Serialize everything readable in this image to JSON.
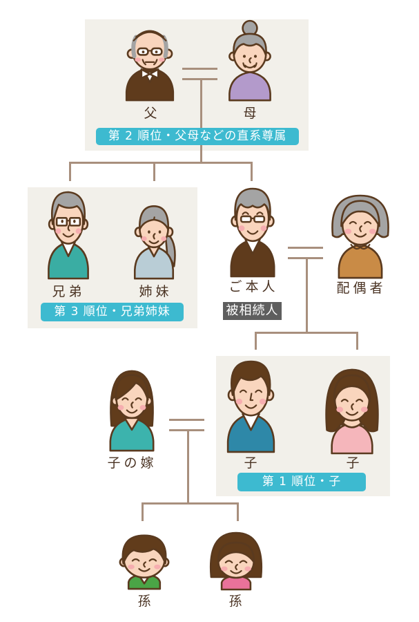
{
  "groups": {
    "rank2": {
      "badge": "第 2 順位・父母などの直系尊属"
    },
    "rank3": {
      "badge": "第 3 順位・兄弟姉妹"
    },
    "rank1": {
      "badge": "第 1 順位・子"
    }
  },
  "people": {
    "father": {
      "label": "父",
      "hair": "#a4a4a4",
      "shirt": "#5f3b1c"
    },
    "mother": {
      "label": "母",
      "hair": "#a4a4a4",
      "shirt": "#b39acb"
    },
    "brother": {
      "label": "兄弟",
      "hair": "#a4a4a4",
      "shirt": "#3aada3"
    },
    "sister": {
      "label": "姉妹",
      "hair": "#a4a4a4",
      "shirt": "#b9cdd6"
    },
    "self": {
      "label": "ご本人",
      "tag": "被相続人",
      "hair": "#a4a4a4",
      "shirt": "#5f3b1c"
    },
    "spouse": {
      "label": "配偶者",
      "hair": "#a4a4a4",
      "shirt": "#c98b46"
    },
    "child_spouse": {
      "label": "子の嫁",
      "hair": "#613c1b",
      "shirt": "#3cb3ad"
    },
    "son": {
      "label": "子",
      "hair": "#613c1b",
      "shirt": "#2e88a8"
    },
    "daughter": {
      "label": "子",
      "hair": "#613c1b",
      "shirt": "#f5b6bb"
    },
    "grandson": {
      "label": "孫",
      "hair": "#613c1b",
      "shirt": "#4aa546"
    },
    "granddaughter": {
      "label": "孫",
      "hair": "#613c1b",
      "shirt": "#e9729a"
    }
  },
  "colors": {
    "group_bg": "#f2f0ea",
    "badge": "#3dbad0",
    "connector": "#a88f7d",
    "decedent_tag": "#5e5e5e",
    "label_text": "#4a3323"
  }
}
